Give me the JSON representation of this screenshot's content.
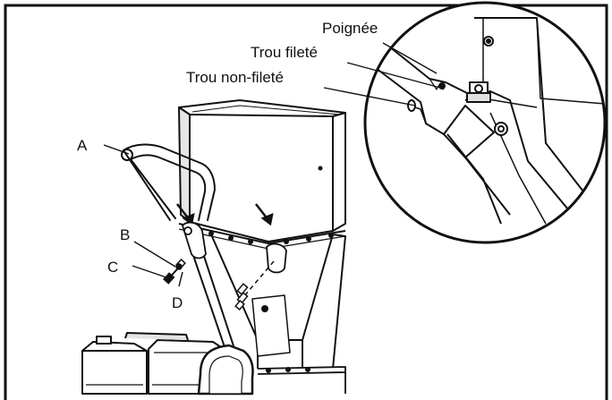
{
  "callouts": {
    "poignee": "Poignée",
    "trou_filete": "Trou fileté",
    "trou_non_filete": "Trou non-fileté",
    "a": "A",
    "b": "B",
    "c": "C",
    "d": "D"
  },
  "colors": {
    "line": "#111111",
    "background": "#ffffff",
    "shade": "#d8d8d8"
  }
}
